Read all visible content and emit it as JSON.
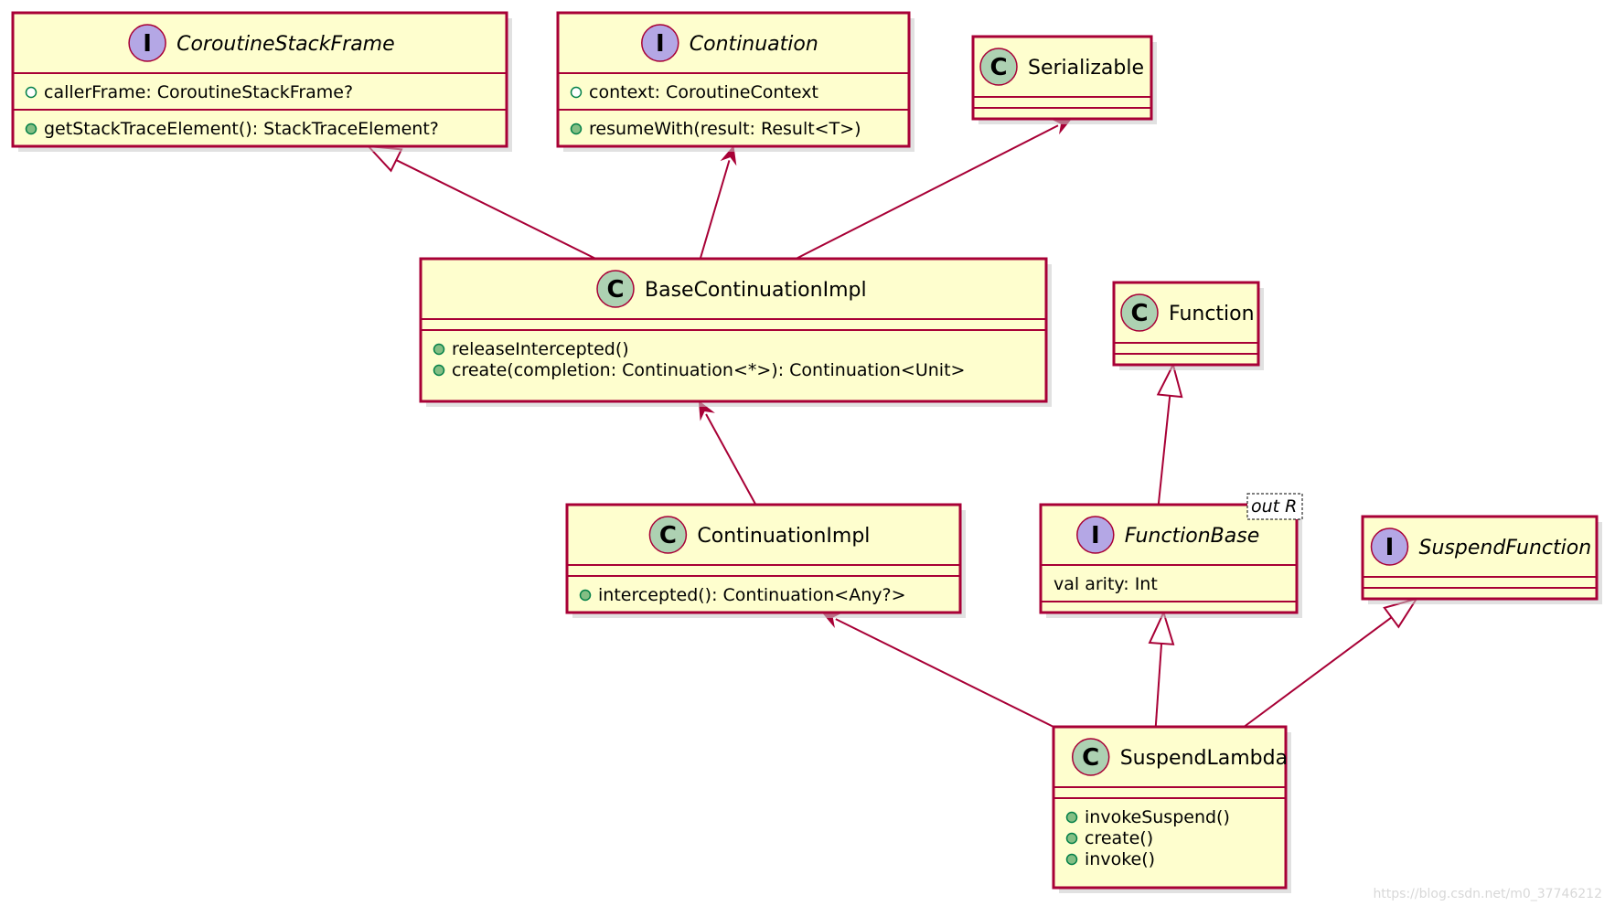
{
  "colors": {
    "box_fill": "#FEFECE",
    "border": "#A80036",
    "class_badge": "#ADD1B2",
    "interface_badge": "#B4A7E5",
    "public_dot": "#84BE84"
  },
  "classes": {
    "CoroutineStackFrame": {
      "stereotype": "I",
      "name": "CoroutineStackFrame",
      "abstract": true,
      "fields": [
        {
          "vis": "public-open",
          "text": "callerFrame: CoroutineStackFrame?"
        }
      ],
      "methods": [
        {
          "vis": "public",
          "text": "getStackTraceElement(): StackTraceElement?"
        }
      ]
    },
    "Continuation": {
      "stereotype": "I",
      "name": "Continuation",
      "abstract": true,
      "fields": [
        {
          "vis": "public-open",
          "text": "context: CoroutineContext"
        }
      ],
      "methods": [
        {
          "vis": "public",
          "text": "resumeWith(result: Result<T>)"
        }
      ]
    },
    "Serializable": {
      "stereotype": "C",
      "name": "Serializable",
      "abstract": false,
      "fields": [],
      "methods": []
    },
    "BaseContinuationImpl": {
      "stereotype": "C",
      "name": "BaseContinuationImpl",
      "abstract": false,
      "fields": [],
      "methods": [
        {
          "vis": "public",
          "text": "releaseIntercepted()"
        },
        {
          "vis": "public",
          "text": "create(completion: Continuation<*>): Continuation<Unit>"
        }
      ]
    },
    "Function": {
      "stereotype": "C",
      "name": "Function",
      "abstract": false,
      "fields": [],
      "methods": []
    },
    "ContinuationImpl": {
      "stereotype": "C",
      "name": "ContinuationImpl",
      "abstract": false,
      "fields": [],
      "methods": [
        {
          "vis": "public",
          "text": "intercepted(): Continuation<Any?>"
        }
      ]
    },
    "FunctionBase": {
      "stereotype": "I",
      "name": "FunctionBase",
      "abstract": true,
      "generic": "out R",
      "fields": [
        {
          "vis": "none",
          "text": "val arity: Int"
        }
      ],
      "methods": []
    },
    "SuspendFunction": {
      "stereotype": "I",
      "name": "SuspendFunction",
      "abstract": true,
      "fields": [],
      "methods": []
    },
    "SuspendLambda": {
      "stereotype": "C",
      "name": "SuspendLambda",
      "abstract": false,
      "fields": [],
      "methods": [
        {
          "vis": "public",
          "text": "invokeSuspend()"
        },
        {
          "vis": "public",
          "text": "create()"
        },
        {
          "vis": "public",
          "text": "invoke()"
        }
      ]
    }
  },
  "relations": [
    {
      "from": "BaseContinuationImpl",
      "to": "CoroutineStackFrame",
      "type": "extension"
    },
    {
      "from": "BaseContinuationImpl",
      "to": "Continuation",
      "type": "association"
    },
    {
      "from": "BaseContinuationImpl",
      "to": "Serializable",
      "type": "association"
    },
    {
      "from": "ContinuationImpl",
      "to": "BaseContinuationImpl",
      "type": "association"
    },
    {
      "from": "FunctionBase",
      "to": "Function",
      "type": "extension"
    },
    {
      "from": "SuspendLambda",
      "to": "ContinuationImpl",
      "type": "association"
    },
    {
      "from": "SuspendLambda",
      "to": "FunctionBase",
      "type": "extension"
    },
    {
      "from": "SuspendLambda",
      "to": "SuspendFunction",
      "type": "extension"
    }
  ],
  "watermark": "https://blog.csdn.net/m0_37746212"
}
